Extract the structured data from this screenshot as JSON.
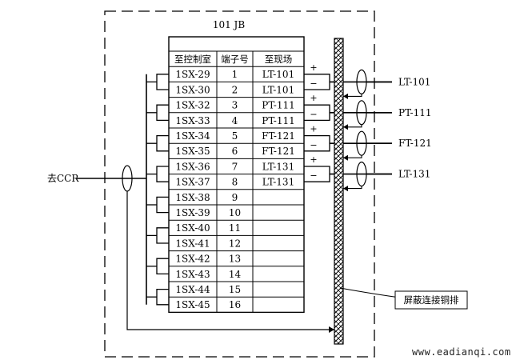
{
  "box_title": "101 JB",
  "table": {
    "headers": [
      "至控制室",
      "端子号",
      "至现场"
    ],
    "rows": [
      [
        "1SX-29",
        "1",
        "LT-101"
      ],
      [
        "1SX-30",
        "2",
        "LT-101"
      ],
      [
        "1SX-32",
        "3",
        "PT-111"
      ],
      [
        "1SX-33",
        "4",
        "PT-111"
      ],
      [
        "1SX-34",
        "5",
        "FT-121"
      ],
      [
        "1SX-35",
        "6",
        "FT-121"
      ],
      [
        "1SX-36",
        "7",
        "LT-131"
      ],
      [
        "1SX-37",
        "8",
        "LT-131"
      ],
      [
        "1SX-38",
        "9",
        ""
      ],
      [
        "1SX-39",
        "10",
        ""
      ],
      [
        "1SX-40",
        "11",
        ""
      ],
      [
        "1SX-41",
        "12",
        ""
      ],
      [
        "1SX-42",
        "13",
        ""
      ],
      [
        "1SX-43",
        "14",
        ""
      ],
      [
        "1SX-44",
        "15",
        ""
      ],
      [
        "1SX-45",
        "16",
        ""
      ]
    ]
  },
  "field_devices": [
    "LT-101",
    "PT-111",
    "FT-121",
    "LT-131"
  ],
  "polarity": {
    "plus": "+",
    "minus": "−"
  },
  "ccr_label": "去CCR",
  "shield_bar_label": "屏蔽连接铜排",
  "watermark": "www.eadianqi.com"
}
